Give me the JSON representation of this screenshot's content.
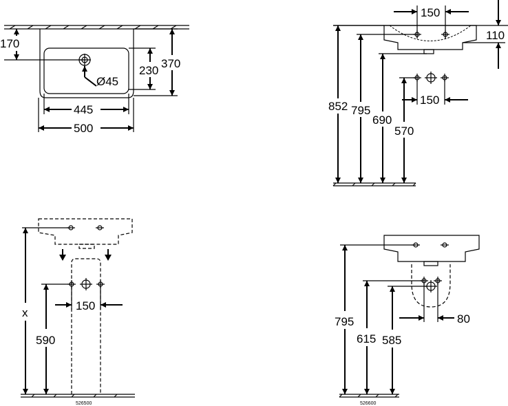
{
  "views": {
    "top": {
      "dimensions": {
        "d170": "170",
        "d230": "230",
        "d370": "370",
        "d445": "445",
        "d500": "500",
        "d45": "Ø45"
      }
    },
    "side_wall": {
      "dimensions": {
        "d150": "150",
        "d110": "110",
        "d852": "852",
        "d795": "795",
        "d690": "690",
        "d570": "570",
        "d150b": "150"
      }
    },
    "pedestal": {
      "dimensions": {
        "dx": "x",
        "d590": "590",
        "d150": "150"
      },
      "article_code": "526500"
    },
    "semi_pedestal": {
      "dimensions": {
        "d795": "795",
        "d615": "615",
        "d585": "585",
        "d80": "80"
      },
      "article_code": "526600"
    }
  }
}
